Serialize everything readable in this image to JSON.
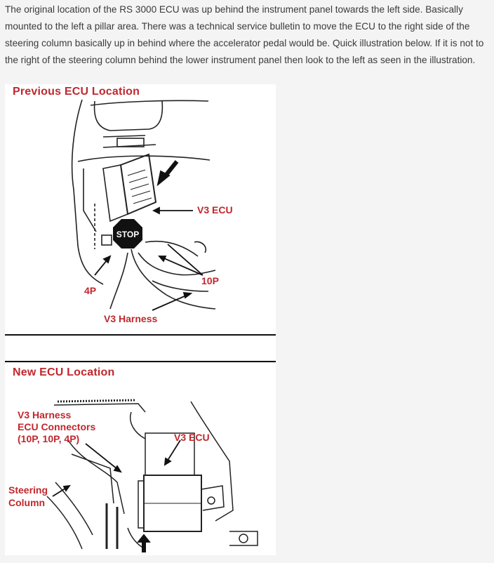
{
  "article": {
    "paragraph": "The original location of the RS 3000 ECU was up behind the instrument panel towards the left side. Basically mounted to the left a pillar area. There was a technical service bulletin to move the ECU to the right side of the steering column basically up in behind where the accelerator pedal would be. Quick illustration below. If it is not to the right of the steering column behind the lower instrument panel then look to the left as seen in the illustration."
  },
  "figure_previous": {
    "title": "Previous ECU Location",
    "label_ecu": "V3 ECU",
    "label_stop": "STOP",
    "label_10p": "10P",
    "label_4p": "4P",
    "label_harness": "V3 Harness"
  },
  "figure_new": {
    "title": "New ECU Location",
    "label_connectors_1": "V3 Harness",
    "label_connectors_2": "ECU Connectors",
    "label_connectors_3": "(10P, 10P, 4P)",
    "label_ecu": "V3 ECU",
    "label_steering_1": "Steering",
    "label_steering_2": "Column"
  },
  "colors": {
    "accent_red": "#c0272d",
    "rule": "#111111"
  }
}
